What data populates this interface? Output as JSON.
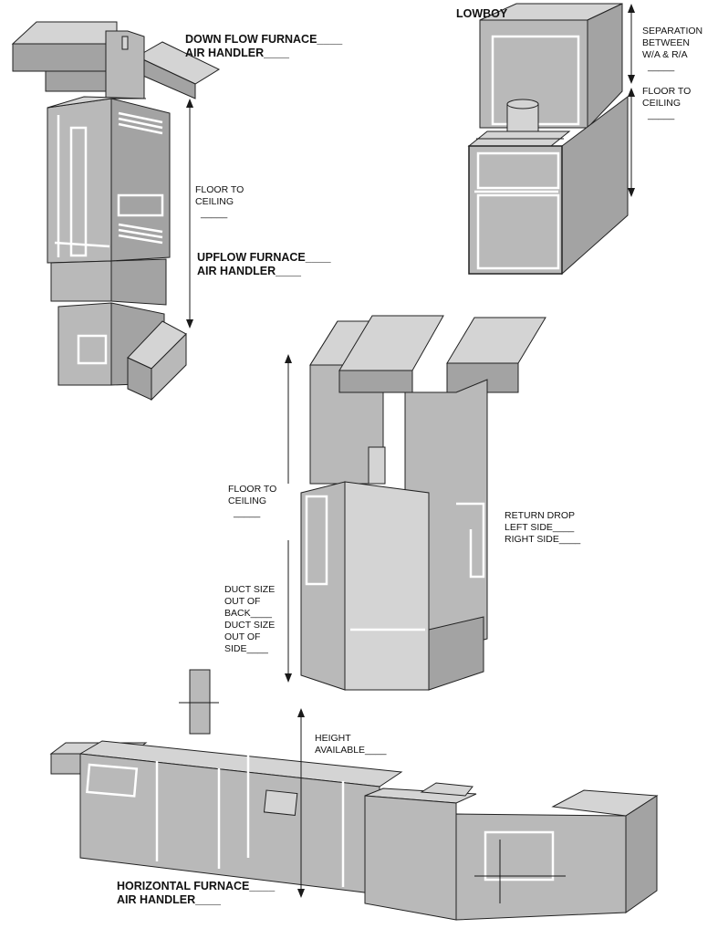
{
  "colors": {
    "face_light": "#d4d4d4",
    "face_mid": "#b9b9b9",
    "face_dark": "#a3a3a3",
    "edge": "#ffffff",
    "outline": "#222222",
    "arrow": "#1a1a1a"
  },
  "labels": {
    "downflow": [
      "DOWN FLOW FURNACE____",
      "AIR HANDLER____"
    ],
    "lowboy_title": "LOWBOY",
    "separation": [
      "SEPARATION",
      "BETWEEN",
      "W/A & R/A",
      "_____"
    ],
    "lowboy_floor": [
      "FLOOR TO",
      "CEILING",
      "_____"
    ],
    "upflow_floor": [
      "FLOOR TO",
      "CEILING",
      "_____"
    ],
    "upflow": [
      "UPFLOW FURNACE____",
      "AIR HANDLER____"
    ],
    "center_floor": [
      "FLOOR TO",
      "CEILING",
      "_____"
    ],
    "return_drop": [
      "RETURN DROP",
      "LEFT SIDE____",
      "RIGHT SIDE____"
    ],
    "duct_size": [
      "DUCT SIZE",
      "OUT OF",
      "BACK____",
      "DUCT SIZE",
      "OUT OF",
      "SIDE____"
    ],
    "height_available": [
      "HEIGHT",
      "AVAILABLE____"
    ],
    "horizontal": [
      "HORIZONTAL FURNACE____",
      "AIR HANDLER____"
    ]
  }
}
